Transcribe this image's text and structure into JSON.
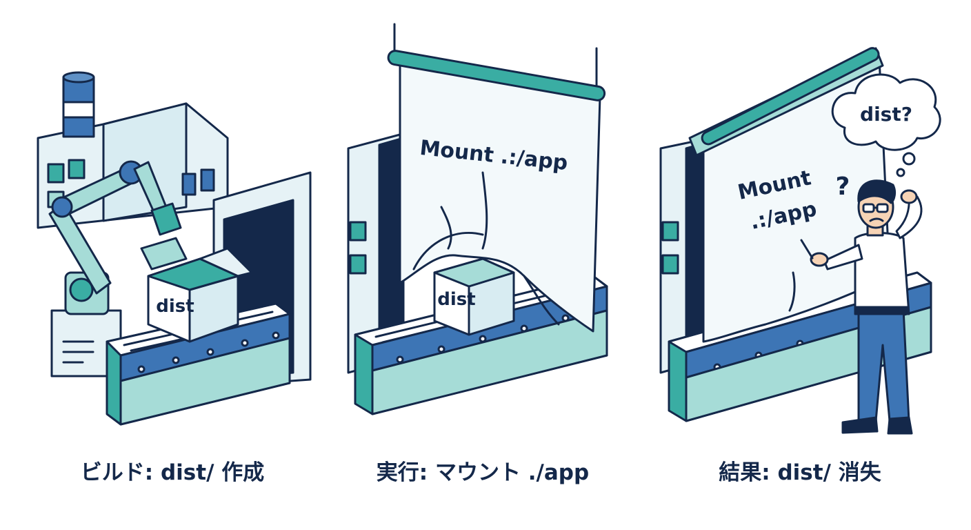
{
  "panels": [
    {
      "id": "build",
      "caption": "ビルド: dist/ 作成",
      "box_label": "dist"
    },
    {
      "id": "run",
      "caption": "実行: マウント ./app",
      "box_label": "dist",
      "curtain_text": "Mount .:/app"
    },
    {
      "id": "result",
      "caption": "結果: dist/ 消失",
      "curtain_text_line1": "Mount",
      "curtain_text_line2": ".:/app",
      "thought_text": "dist?",
      "question_mark": "?"
    }
  ],
  "colors": {
    "outline": "#14284a",
    "teal": "#3aada3",
    "teal_light": "#a6dcd7",
    "blue": "#3d75b5",
    "pale": "#e6f2f6",
    "panel_fill": "#d8ecf2"
  }
}
